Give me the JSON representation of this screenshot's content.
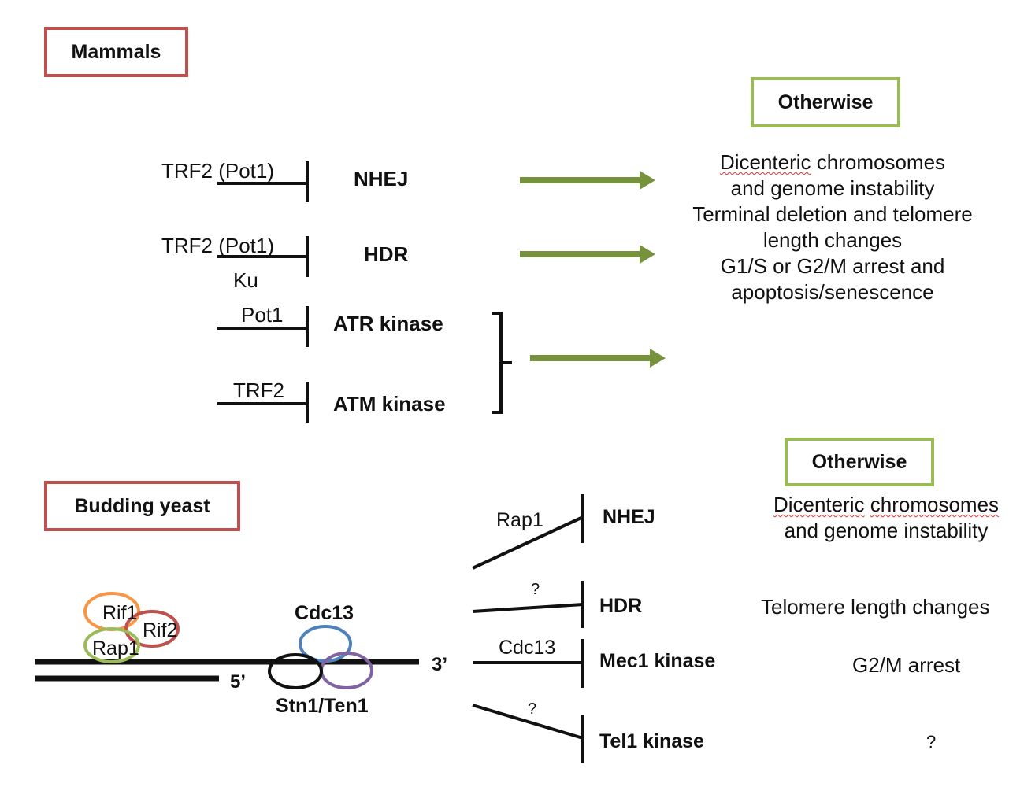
{
  "mammals": {
    "title": "Mammals",
    "otherwise": "Otherwise",
    "rows": [
      {
        "inhibitor": "TRF2 (Pot1)",
        "target": "NHEJ"
      },
      {
        "inhibitor": "TRF2 (Pot1)",
        "inhibitor2": "Ku",
        "target": "HDR"
      },
      {
        "inhibitor": "Pot1",
        "target": "ATR kinase"
      },
      {
        "inhibitor": "TRF2",
        "target": "ATM kinase"
      }
    ],
    "outcomes": [
      "Dicenteric",
      "chromosomes",
      "and genome instability",
      "Terminal  deletion and telomere",
      "length changes",
      "G1/S or G2/M arrest and",
      "apoptosis/senescence"
    ]
  },
  "yeast": {
    "title": "Budding yeast",
    "otherwise": "Otherwise",
    "proteins": {
      "rif1": "Rif1",
      "rif2": "Rif2",
      "rap1": "Rap1",
      "cdc13": "Cdc13",
      "stn1_ten1": "Stn1/Ten1",
      "end3": "3’",
      "end5": "5’"
    },
    "rows": [
      {
        "inhibitor": "Rap1",
        "target": "NHEJ",
        "outcome_a": "Dicenteric",
        "outcome_b": "chromosomes",
        "outcome_c": "and genome instability"
      },
      {
        "inhibitor": "?",
        "target": "HDR",
        "outcome": "Telomere  length changes"
      },
      {
        "inhibitor": "Cdc13",
        "target": "Mec1 kinase",
        "outcome": "G2/M arrest"
      },
      {
        "inhibitor": "?",
        "target": "Tel1 kinase",
        "outcome": "?"
      }
    ]
  },
  "colors": {
    "red_box": "#c0504d",
    "green_box": "#9bbb59",
    "arrow": "#76923c",
    "rif1": "#f79646",
    "rif2": "#c0504d",
    "rap1": "#9bbb59",
    "cdc13": "#4f81bd",
    "stn1": "#000000",
    "ten1": "#8064a2"
  }
}
